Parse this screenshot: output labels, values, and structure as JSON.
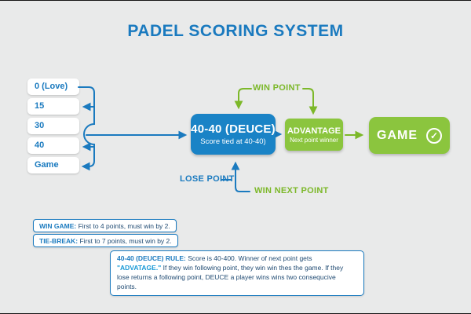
{
  "title": "PADEL SCORING SYSTEM",
  "colors": {
    "background": "#e9eaea",
    "blue": "#1a7abf",
    "deuce_blue": "#1a83c6",
    "green_box": "#8bc53e",
    "green_line": "#7cb829",
    "navy_text": "#1f4a72",
    "highlight_cyan": "#1a9ad7"
  },
  "score_ladder": {
    "items": [
      "0 (Love)",
      "15",
      "30",
      "40",
      "Game"
    ]
  },
  "flow": {
    "deuce": {
      "title": "40-40 (DEUCE)",
      "subtitle": "Score tied at 40-40)"
    },
    "advantage": {
      "title": "ADVANTAGE",
      "subtitle": "Next point winner"
    },
    "game": {
      "title": "GAME",
      "check_icon": "✓"
    },
    "labels": {
      "win_point": "WIN POINT",
      "lose_point": "LOSE POINT",
      "win_next_point": "WIN NEXT POINT"
    }
  },
  "notes": {
    "win_game": {
      "lead": "WIN GAME:",
      "body": "First to 4 points, must win by 2."
    },
    "tie_break": {
      "lead": "TIE-BREAK:",
      "body": "First to 7 points, must win by 2."
    },
    "deuce_rule": {
      "lead": "40-40 (DEUCE) RULE:",
      "body_1": "Score is 40-400. Winner of next point gets",
      "highlight": "\"ADVATAGE.\"",
      "body_2": "If they win following point, they win win thes the game. If they lose returns a following point, DEUCE a player wins wins two consequcive points."
    }
  }
}
